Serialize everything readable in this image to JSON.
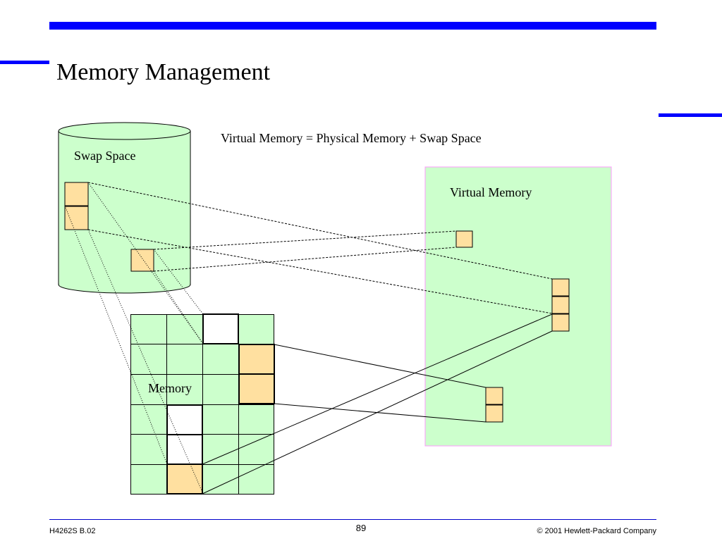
{
  "slide": {
    "title": "Memory Management",
    "equation": "Virtual Memory = Physical Memory + Swap Space",
    "labels": {
      "swap_space": "Swap Space",
      "virtual_memory": "Virtual Memory",
      "memory": "Memory"
    }
  },
  "footer": {
    "course_code": "H4262S B.02",
    "page_number": "89",
    "copyright": "© 2001 Hewlett-Packard Company"
  },
  "colors": {
    "accent_blue": "#0000ff",
    "region_green": "#ccffcc",
    "page_yellow": "#ffe0a0",
    "free_frame": "#ffffff",
    "vm_border": "#ff99ff"
  }
}
